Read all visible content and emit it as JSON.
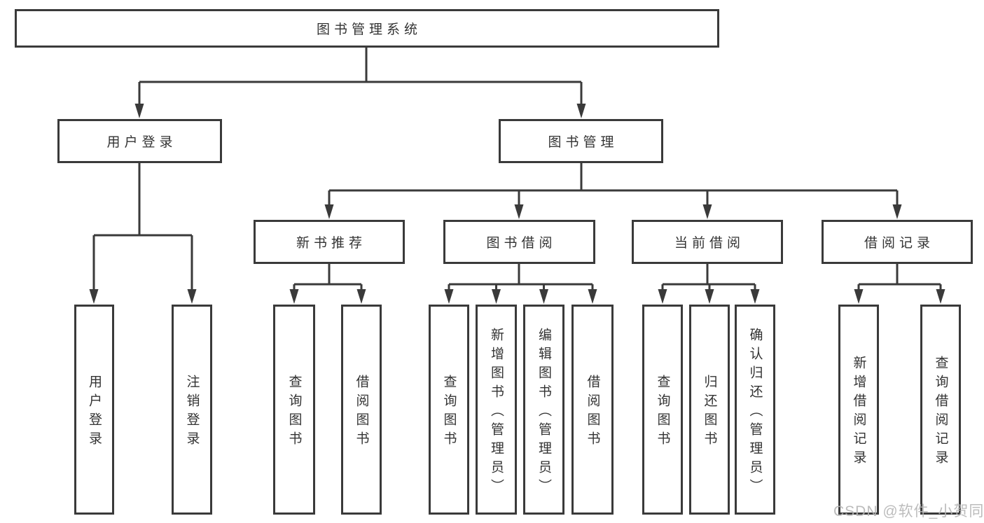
{
  "diagram": {
    "root": {
      "label": "图书管理系统"
    },
    "user_login": {
      "label": "用户登录",
      "children": [
        {
          "label": "用户登录"
        },
        {
          "label": "注销登录"
        }
      ]
    },
    "book_management": {
      "label": "图书管理",
      "sections": [
        {
          "label": "新书推荐",
          "children": [
            {
              "label": "查询图书"
            },
            {
              "label": "借阅图书"
            }
          ]
        },
        {
          "label": "图书借阅",
          "children": [
            {
              "label": "查询图书"
            },
            {
              "label": "新增图书（管理员）"
            },
            {
              "label": "编辑图书（管理员）"
            },
            {
              "label": "借阅图书"
            }
          ]
        },
        {
          "label": "当前借阅",
          "children": [
            {
              "label": "查询图书"
            },
            {
              "label": "归还图书"
            },
            {
              "label": "确认归还（管理员）"
            }
          ]
        },
        {
          "label": "借阅记录",
          "children": [
            {
              "label": "新增借阅记录"
            },
            {
              "label": "查询借阅记录"
            }
          ]
        }
      ]
    }
  },
  "watermark": {
    "text": "CSDN @软件_小贺同学"
  },
  "colors": {
    "line": "#3a3a3a",
    "text": "#333333",
    "watermark": "#b5b5b5",
    "background": "#ffffff"
  }
}
